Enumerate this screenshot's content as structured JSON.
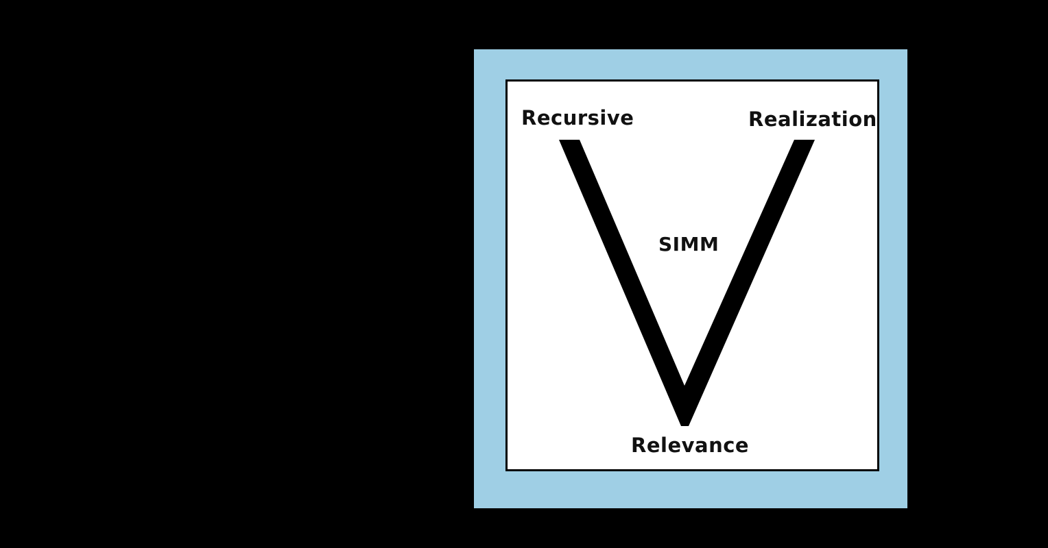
{
  "diagram": {
    "title": "SIMM",
    "labels": {
      "top_left": "Recursive",
      "top_right": "Realization",
      "center": "SIMM",
      "bottom": "Relevance"
    },
    "shape": "V",
    "colors": {
      "background": "#000000",
      "frame": "#9fcfe5",
      "panel": "#ffffff",
      "stroke": "#000000",
      "text": "#111111"
    }
  }
}
